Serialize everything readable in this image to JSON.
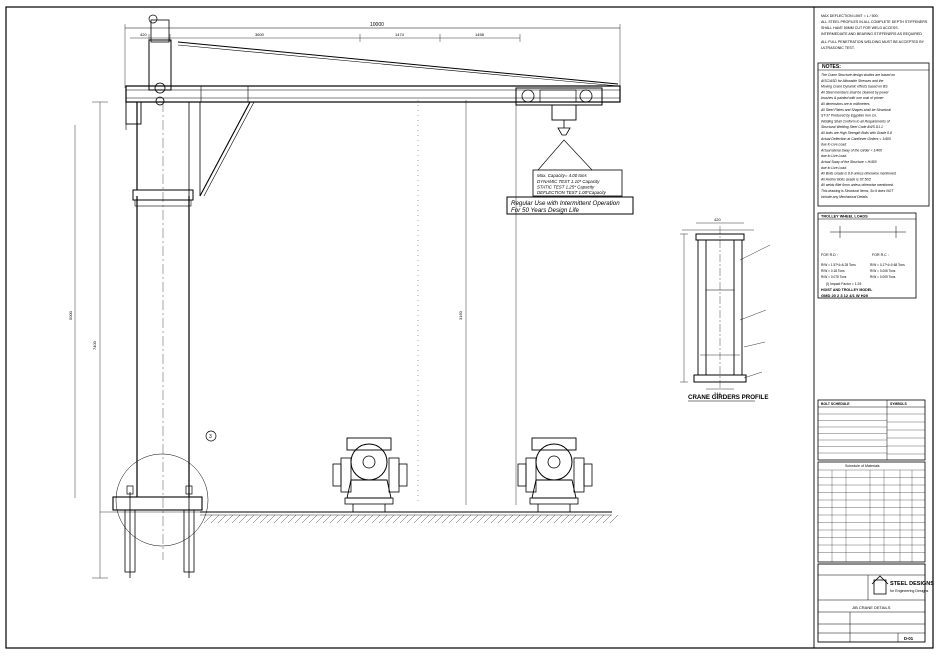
{
  "sheet": {
    "title_block": {
      "company_name": "STEEL DESIGNS",
      "company_sub": "for Engineering Designs",
      "drawing_title": "JIB CRANE DETAILS",
      "sheet_number": "D-01"
    }
  },
  "callouts": {
    "capacity_note": [
      "Max. Capacity= 4.00 tons",
      "DYNAMIC TEST 1.10* Capacity",
      "STATIC TEST 1.25* Capacity",
      "DEFLECTION TEST 1.00*Capacity"
    ],
    "usage_note": [
      "Regular Use with Intermittent Operation",
      "For 50 Years Design Life"
    ],
    "girder_profile_title": "CRANE GIRDERS PROFILE",
    "circle_tag": "3"
  },
  "dimensions": {
    "overall_span": "10000",
    "top_segments": [
      "420",
      "3600",
      "1474",
      "1458"
    ],
    "column_height": "7400",
    "lower_height": "5000",
    "right_height": "3160",
    "girder_width": "420",
    "girder_bottom": "344"
  },
  "notes": {
    "header": "NOTES:",
    "top_lines": [
      "MAX DEFLECTION LIMIT = L / 500.",
      "ALL STEEL PROFILES IN ALL COMPLETE DEPTH STIFFENERS",
      "SHALL HAVE 50MM CUT FOR WELD ACCESS.",
      "INTERMEDIATE AND BEARING STIFFENERS AS REQUIRED",
      "ALL FULL PENETRATION WELDING MUST BE ACCEPTED BY",
      "ULTRASONIC TEST."
    ],
    "lines": [
      "The Crane Structure design studies are based on",
      "AISC/ASD for Allowable Stresses and the",
      "Moving Crane Dynamic effects based on BS",
      "All Steel members shall be cleaned by power",
      "brushes & painted with one coat of primer",
      "All dimensions are in millimeters.",
      "All Steel Plates and Shapes shall be Structural",
      "ST-37 Produced by Egyptian Iron Co.",
      "Welding Shall Conform to all Requirements of",
      "Structural Welding Steel Code AWS D1.1",
      "All bolts are High Strength Bolts with Grade 8.8",
      "Actual Deflection at Cantilever Girders < 1/400",
      "due to Live Load.",
      "Actual lateral Sway of the Girder < 1/400",
      "due to Live Load.",
      "Actual Sway of the Structure < H/400",
      "due to Live Load.",
      "All Bolts Grade is 8.8 unless otherwise mentioned.",
      "All Anchor Bolts Grade is ST.50/2",
      "All welds fillet 6mm unless otherwise mentioned.",
      "This drawing is Structural Items, So it does NOT",
      "include any Mechanical Details."
    ]
  },
  "trolley": {
    "header": "TROLLEY WHEEL LOADS",
    "left_col": "FOR R.D :",
    "right_col": "FOR R.C :",
    "rows_left": [
      "R/W = 1.57*4=6.28 Tons",
      "R/W = 0.18 Tons",
      "R/W = 0.075 Tons"
    ],
    "rows_right": [
      "R/W = 0.17*4=0.68 Tons",
      "R/W = 0.006 Tons",
      "R/W = 0.009 Tons"
    ],
    "impact": "(I) Impact Factor = 1.25",
    "hoist_label": "HOIST AND TROLLEY MODEL",
    "hoist_model": "GMD 20 2 3 12 4/1 W H20"
  },
  "side_table": {
    "headers": [
      "BOLT SCHEDULE",
      "SYMBOLS"
    ]
  },
  "material_table": {
    "title": "Schedule of Materials"
  }
}
